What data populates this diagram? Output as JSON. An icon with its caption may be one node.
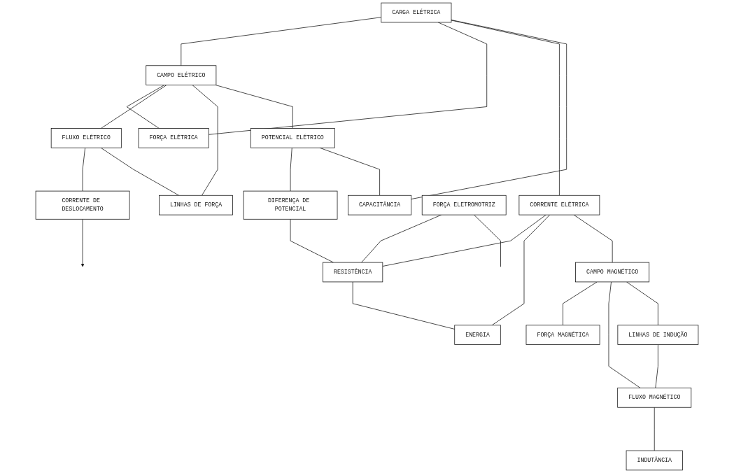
{
  "diagram": {
    "nodes": [
      {
        "text": [
          "CARGA ELÉTRICA"
        ]
      },
      {
        "text": [
          "CAMPO ELÉTRICO"
        ]
      },
      {
        "text": [
          "LINHAS DE FORÇA"
        ]
      },
      {
        "text": [
          "FORÇA ELÉTRICA"
        ]
      },
      {
        "text": [
          "POTENCIAL ELÉTRICO"
        ]
      },
      {
        "text": [
          "DIFERENÇA DE POTENCIAL"
        ]
      },
      {
        "text": [
          "FLUXO ELÉTRICO"
        ]
      },
      {
        "text": [
          "CAPACITÂNCIA"
        ]
      },
      {
        "text": [
          "CORRENTE ELÉTRICA"
        ]
      },
      {
        "text": [
          "RESISTÊNCIA"
        ]
      },
      {
        "text": [
          "FORÇA ELETROMOTRIZ"
        ]
      },
      {
        "text": [
          "ENERGIA"
        ]
      },
      {
        "text": [
          "CAMPO MAGNÉTICO"
        ]
      },
      {
        "text": [
          "LINHAS DE INDUÇÃO"
        ]
      },
      {
        "text": [
          "FORÇA MAGNÉTICA"
        ]
      },
      {
        "text": [
          "FLUXO MAGNÉTICO"
        ]
      },
      {
        "text": [
          "INDUTÂNCIA"
        ]
      },
      {
        "text": [
          "CORRENTE DE DESLOCAMENTO"
        ]
      }
    ],
    "edges": [
      {
        "from": 0,
        "to": 1,
        "arrow": "none"
      },
      {
        "from": 1,
        "to": 3,
        "arrow": "none"
      },
      {
        "from": 0,
        "to": 3,
        "arrow": "none"
      },
      {
        "from": 1,
        "to": 6,
        "arrow": "none"
      },
      {
        "from": 0,
        "to": 8,
        "arrow": "none"
      },
      {
        "from": 6,
        "to": 17,
        "arrow": "none"
      },
      {
        "from": 1,
        "to": 2,
        "arrow": "none"
      },
      {
        "from": 1,
        "to": 4,
        "arrow": "none"
      },
      {
        "from": 6,
        "to": 2,
        "arrow": "none"
      },
      {
        "from": 0,
        "to": 7,
        "arrow": "none"
      },
      {
        "from": 4,
        "to": 5,
        "arrow": "none"
      },
      {
        "from": 4,
        "to": 7,
        "arrow": "none"
      },
      {
        "from": 5,
        "to": 9,
        "arrow": "none"
      },
      {
        "from": 8,
        "to": 9,
        "arrow": "none"
      },
      {
        "from": 8,
        "to": 11,
        "arrow": "none"
      },
      {
        "from": 10,
        "to": 9,
        "arrow": "none"
      },
      {
        "from": 9,
        "to": 11,
        "arrow": "none"
      },
      {
        "from": 10,
        "to": null,
        "arrow": "none"
      },
      {
        "from": 8,
        "to": 12,
        "arrow": "none"
      },
      {
        "from": 12,
        "to": 14,
        "arrow": "none"
      },
      {
        "from": 12,
        "to": 15,
        "arrow": "none"
      },
      {
        "from": 12,
        "to": 13,
        "arrow": "none"
      },
      {
        "from": 13,
        "to": 15,
        "arrow": "none"
      },
      {
        "from": 15,
        "to": 16,
        "arrow": "none"
      },
      {
        "from": 17,
        "to": null,
        "arrow": "to"
      }
    ]
  }
}
